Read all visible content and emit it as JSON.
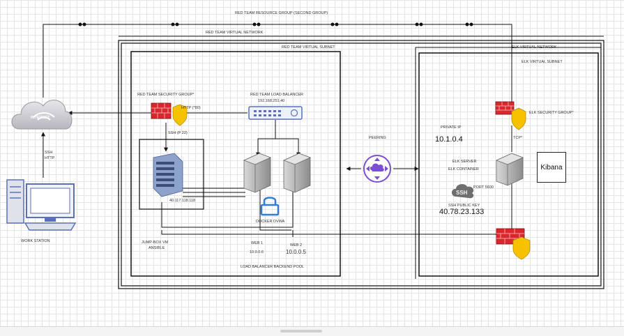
{
  "labels": {
    "resource_group": "RED TEAM RESOURCE GROUP (SECOND GROUP)",
    "red_vnet": "RED TEAM VIRTUAL NETWORK",
    "red_subnet": "RED TEAM VIRTUAL SUBNET",
    "elk_vnet": "ELK VIRTUAL NETWORK",
    "elk_subnet": "ELK VIRTUAL SUBNET",
    "internet": "INTERNET",
    "red_sec_group": "RED TEAM SECURITY GROUP*",
    "http_80": "HTTP (*80)",
    "ssh_22": "SSH (P 22)",
    "load_balancer": "RED TEAM LOAD BALANCER",
    "lb_ip": "192.168.251.40",
    "ssh_http_1": "SSH",
    "ssh_http_2": "HTTP",
    "jump_ip": "40.117.118.118",
    "jump_box_1": "JUMP-BOX VM",
    "jump_box_2": "ANSIBLE",
    "docker_dvwa": "DOCKER DVWA",
    "web1": "WEB 1",
    "web1_ip": "10.0.0.6",
    "web2": "WEB 2",
    "web2_ip": "10.0.0.5",
    "lb_pool": "LOAD BALANCER BACKEND POOL",
    "work_station": "WORK STATION",
    "peering": "PEERING",
    "private_ip_label": "PRIVATE IP",
    "private_ip": "10.1.0.4",
    "elk_sec_group": "ELK SECURITY GROUP*",
    "tcp": "TCP*",
    "elk_server": "ELK SERVER",
    "elk_container": "ELK CONTAINER",
    "port": "PORT 5600",
    "ssh_public_key": "SSH PUBLIC KEY",
    "public_ip": "40.78.23.133",
    "kibana": "Kibana",
    "ssh_badge": "SSH"
  },
  "colors": {
    "firewall": "#d9272e",
    "shield": "#f6c200",
    "server": "#9a9a9a",
    "lock": "#2f7fd8",
    "peering": "#7b4fcf",
    "cloud": "#c9c9cf",
    "monitor": "#5b6fb8"
  }
}
